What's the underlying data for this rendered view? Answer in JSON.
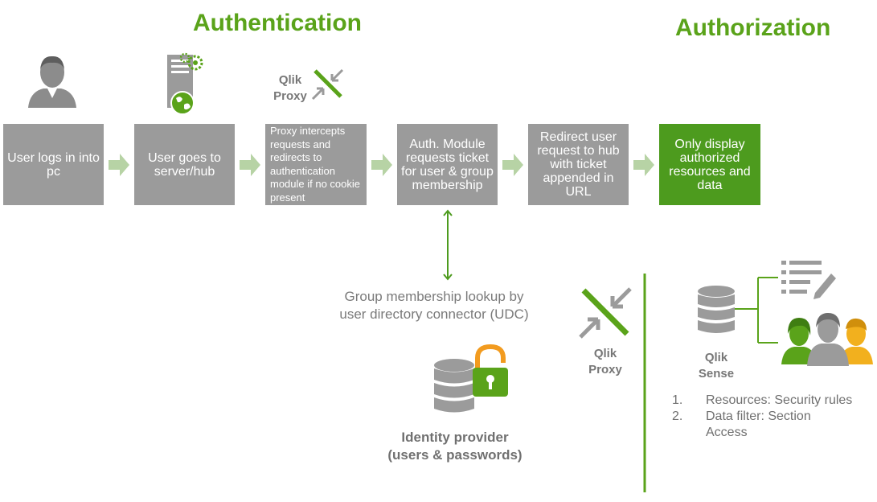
{
  "headings": {
    "authentication": "Authentication",
    "authorization": "Authorization"
  },
  "steps": [
    "User logs in into pc",
    "User goes to server/hub",
    "Proxy intercepts requests and redirects to authentication module if no cookie present",
    "Auth. Module requests ticket for user & group membership",
    "Redirect user request to hub with ticket appended in URL",
    "Only display authorized resources and data"
  ],
  "top_proxy": {
    "line1": "Qlik",
    "line2": "Proxy"
  },
  "lookup": {
    "line1": "Group membership lookup by",
    "line2": "user directory connector (UDC)"
  },
  "identity_provider": {
    "line1": "Identity provider",
    "line2": "(users & passwords)"
  },
  "bottom_proxy": {
    "line1": "Qlik",
    "line2": "Proxy"
  },
  "qlik_sense": {
    "line1": "Qlik",
    "line2": "Sense"
  },
  "rules": [
    {
      "num": "1.",
      "text": "Resources: Security rules"
    },
    {
      "num": "2.",
      "text": "Data filter: Section Access"
    }
  ],
  "colors": {
    "green": "#5aa31a",
    "gray_box": "#9b9b9b",
    "arrow": "#b7d3a5"
  }
}
